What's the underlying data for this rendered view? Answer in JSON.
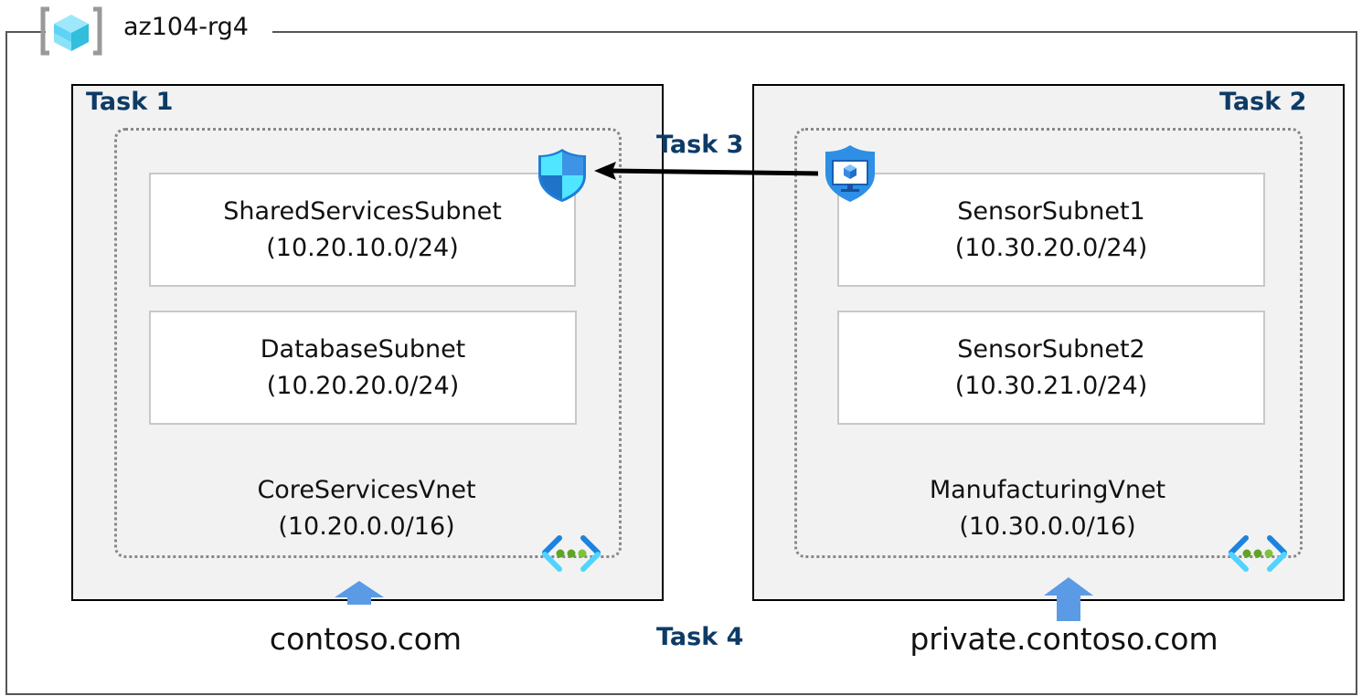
{
  "resource_group": {
    "name": "az104-rg4",
    "icon": "resource-group-icon"
  },
  "left": {
    "task": "Task 1",
    "subnets": [
      {
        "name": "SharedServicesSubnet",
        "cidr": "(10.20.10.0/24)"
      },
      {
        "name": "DatabaseSubnet",
        "cidr": "(10.20.20.0/24)"
      }
    ],
    "vnet": {
      "name": "CoreServicesVnet",
      "cidr": "(10.20.0.0/16)"
    },
    "domain": "contoso.com",
    "icon": "network-security-group-icon"
  },
  "right": {
    "task": "Task 2",
    "subnets": [
      {
        "name": "SensorSubnet1",
        "cidr": "(10.30.20.0/24)"
      },
      {
        "name": "SensorSubnet2",
        "cidr": "(10.30.21.0/24)"
      }
    ],
    "vnet": {
      "name": "ManufacturingVnet",
      "cidr": "(10.30.0.0/16)"
    },
    "domain": "private.contoso.com",
    "icon": "application-security-group-icon"
  },
  "task3": "Task 3",
  "task4": "Task 4",
  "colors": {
    "task_text": "#0d3b66",
    "task_fill": "#f2f2f2",
    "arrow_blue": "#5b9be6"
  }
}
